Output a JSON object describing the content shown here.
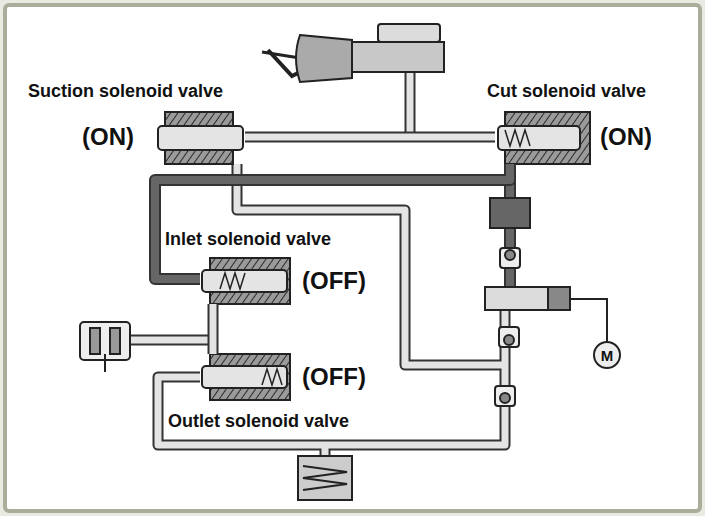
{
  "diagram": {
    "nodes": [
      {
        "text": [
          "Suction solenoid valve",
          "(ON)"
        ]
      },
      {
        "text": [
          "Cut solenoid valve",
          "(ON)"
        ]
      },
      {
        "text": [
          "Inlet solenoid valve",
          "(OFF)"
        ]
      },
      {
        "text": [
          "Outlet solenoid valve",
          "(OFF)"
        ]
      }
    ],
    "edges": [
      {
        "from": 0,
        "to": 1,
        "arrow": "none"
      },
      {
        "from": 1,
        "to": 2,
        "arrow": "none"
      },
      {
        "from": 2,
        "to": 3,
        "arrow": "none"
      }
    ],
    "labels": [
      "M"
    ]
  }
}
